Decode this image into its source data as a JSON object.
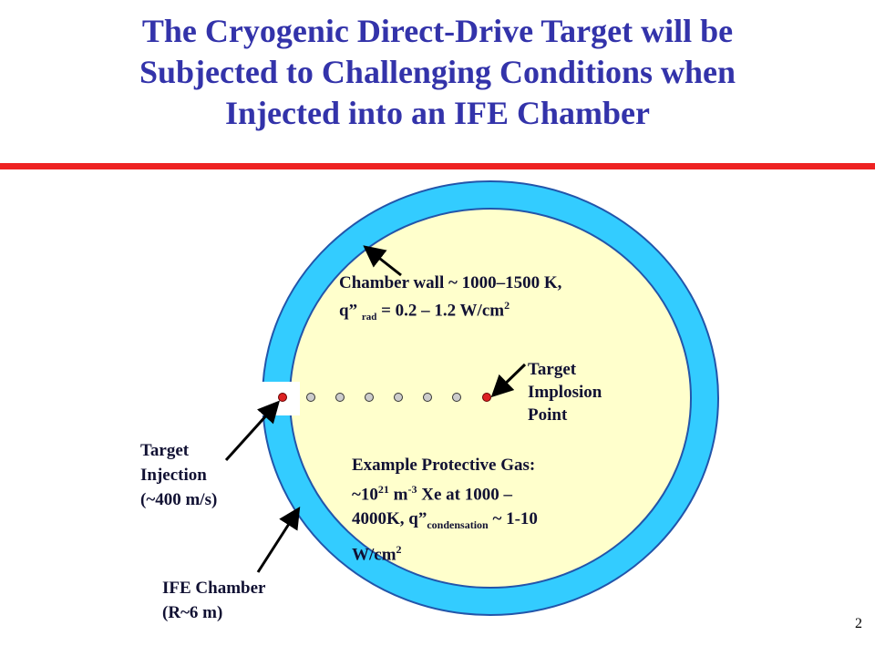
{
  "slide": {
    "title_lines": [
      "The Cryogenic Direct-Drive Target will be",
      "Subjected to Challenging Conditions when",
      "Injected into an IFE Chamber"
    ],
    "page_number": "2"
  },
  "colors": {
    "title": "#3333aa",
    "rule": "#ee2222",
    "chamber_wall": "#33ccff",
    "chamber_interior": "#ffffcc",
    "target": "#dd2222",
    "trajectory_dot": "#cccccc"
  },
  "labels": {
    "chamber_wall": {
      "line1": "Chamber wall ~ 1000–1500 K,",
      "line2_pre": "q” ",
      "line2_sub": "rad",
      "line2_mid": " = 0.2 – 1.2 W/cm",
      "line2_sup": "2"
    },
    "implosion_point": {
      "lines": [
        "Target",
        "Implosion",
        "Point"
      ]
    },
    "injection": {
      "lines": [
        "Target",
        "Injection",
        "(~400 m/s)"
      ]
    },
    "protective_gas": {
      "line1": "Example Protective Gas:",
      "line2_a": "~10",
      "line2_sup1": "21",
      "line2_b": " m",
      "line2_sup2": "-3",
      "line2_c": " Xe at 1000 –",
      "line3_a": "4000K, q”",
      "line3_sub": "condensation",
      "line3_b": " ~ 1-10",
      "line4_a": "W/cm",
      "line4_sup": "2"
    },
    "ife_chamber": {
      "lines": [
        "IFE Chamber",
        "(R~6 m)"
      ]
    }
  }
}
